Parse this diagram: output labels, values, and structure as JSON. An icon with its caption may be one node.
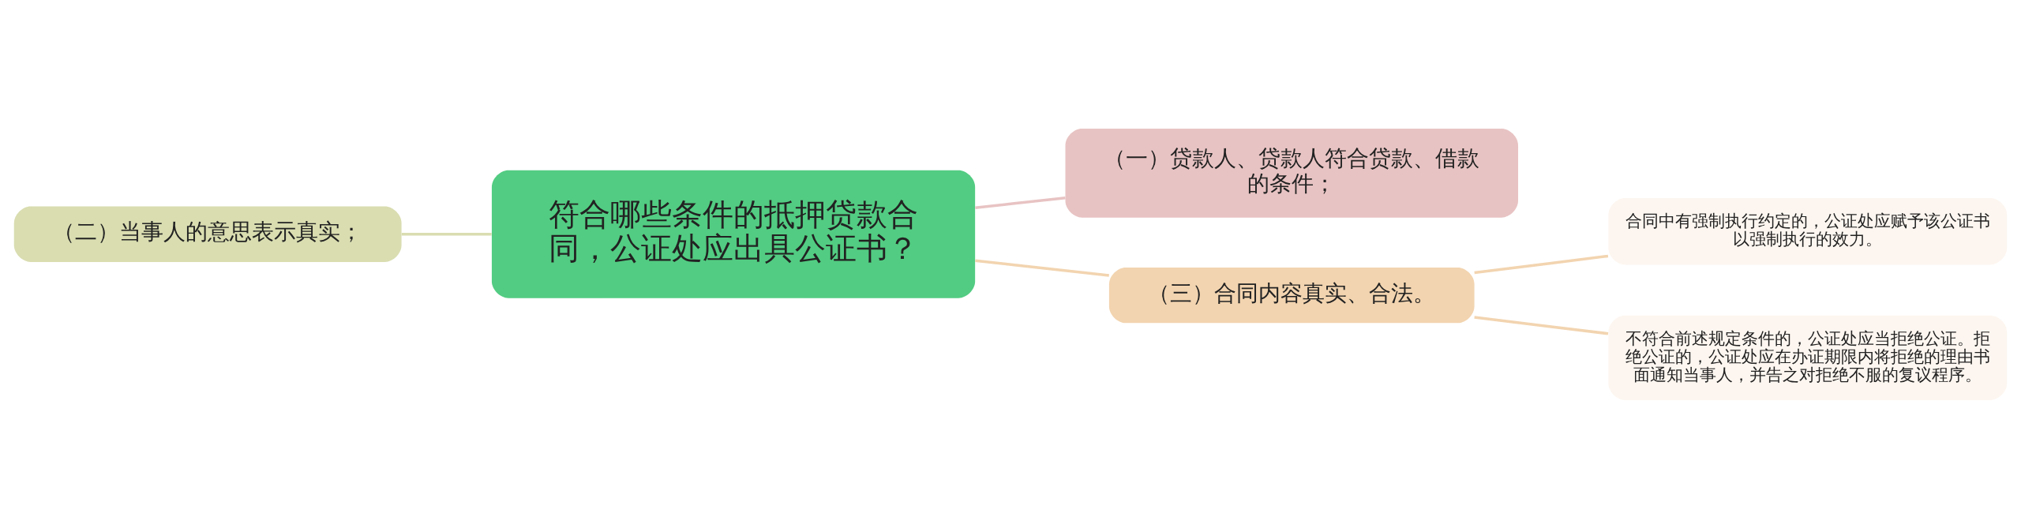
{
  "diagram": {
    "nodes": [
      {
        "text": [
          "符合哪些条件的抵押贷款合同，公证处应出具公证书？"
        ]
      },
      {
        "text": [
          "（一）贷款人、贷款人符合贷款、借款的条件；"
        ]
      },
      {
        "text": [
          "（二）当事人的意思表示真实；"
        ]
      },
      {
        "text": [
          "（三）合同内容真实、合法。"
        ]
      },
      {
        "text": [
          "合同中有强制执行约定的，公证处应赋予该公证书以强制执行的效力。"
        ]
      },
      {
        "text": [
          "不符合前述规定条件的，公证处应当拒绝公证。拒绝公证的，公证处应在办证期限内将拒绝的理由书面通知当事人，并告之对拒绝不服的复议程序。"
        ]
      }
    ],
    "edges": [
      {
        "from": 0,
        "to": 1,
        "arrow": "none",
        "color": "#e8c3c3"
      },
      {
        "from": 2,
        "to": 0,
        "arrow": "none",
        "color": "#d9ddb0"
      },
      {
        "from": 0,
        "to": 3,
        "arrow": "none",
        "color": "#f2d4b0"
      },
      {
        "from": 3,
        "to": 4,
        "arrow": "none",
        "color": "#f2d4b0"
      },
      {
        "from": 3,
        "to": 5,
        "arrow": "none",
        "color": "#f2d4b0"
      }
    ]
  }
}
